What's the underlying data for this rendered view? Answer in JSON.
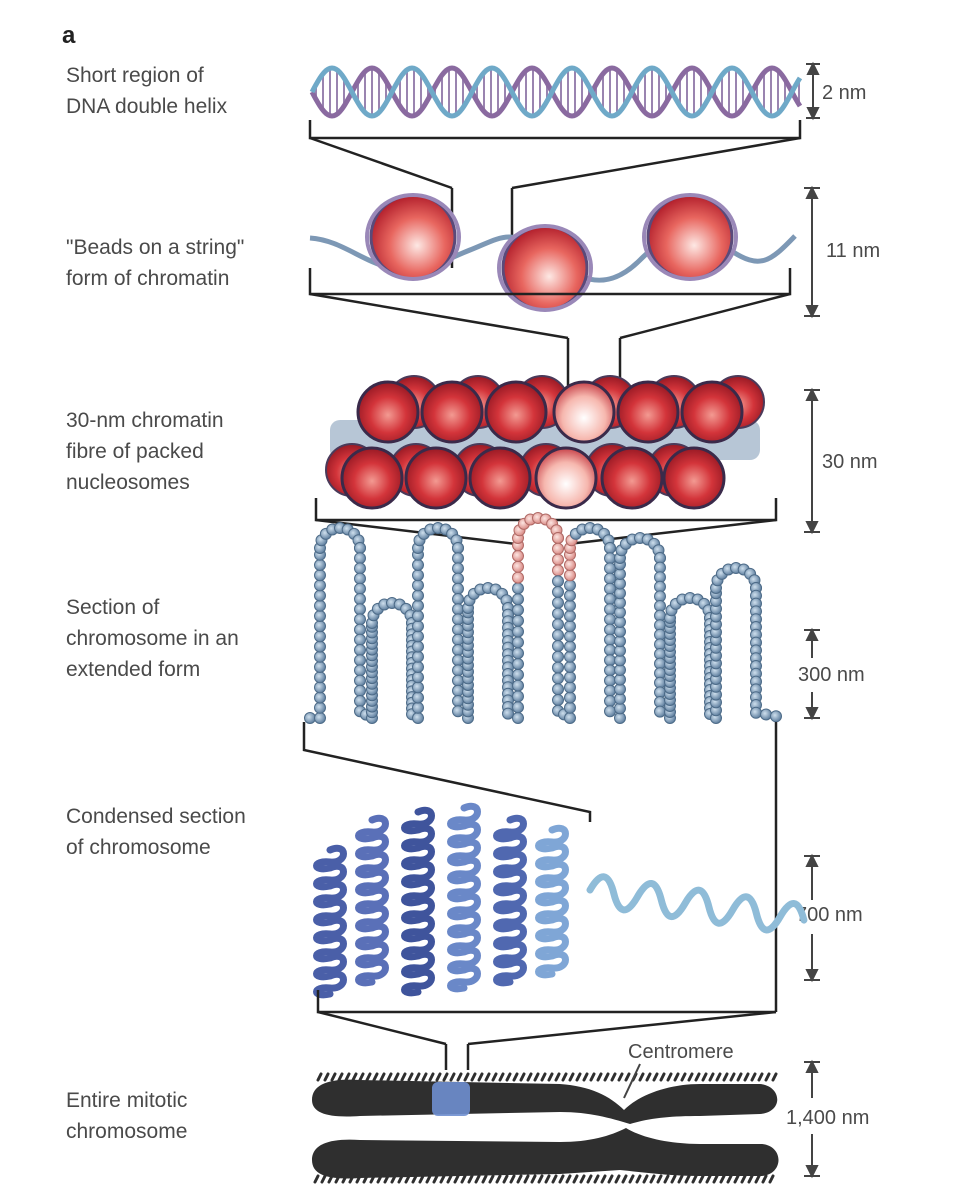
{
  "figure": {
    "panel": "a",
    "levels": [
      {
        "id": "dna",
        "label": "Short region of\nDNA double helix",
        "size": "2 nm"
      },
      {
        "id": "beads",
        "label": "\"Beads on a string\"\nform of chromatin",
        "size": "11 nm"
      },
      {
        "id": "fibre",
        "label": "30-nm chromatin\nfibre of packed\nnucleosomes",
        "size": "30 nm"
      },
      {
        "id": "extended",
        "label": "Section of\nchromosome in an\nextended form",
        "size": "300 nm"
      },
      {
        "id": "condensed",
        "label": "Condensed section\nof chromosome",
        "size": "700 nm"
      },
      {
        "id": "mitotic",
        "label": "Entire mitotic\nchromosome",
        "size": "1,400 nm"
      }
    ],
    "centromere_label": "Centromere"
  },
  "colors": {
    "dna_strand": "#8a6aa0",
    "dna_backbone": "#6fa9c8",
    "nucleosome_red": "#d4313c",
    "nucleosome_highlight": "#fbe3df",
    "fibre_blue_grey": "#7b98b4",
    "condensed_blue": "#4a5fa8",
    "condensed_light": "#8fbcd8",
    "chromosome_dark": "#2f2f2f",
    "centromere_blue": "#6f8fd0"
  }
}
